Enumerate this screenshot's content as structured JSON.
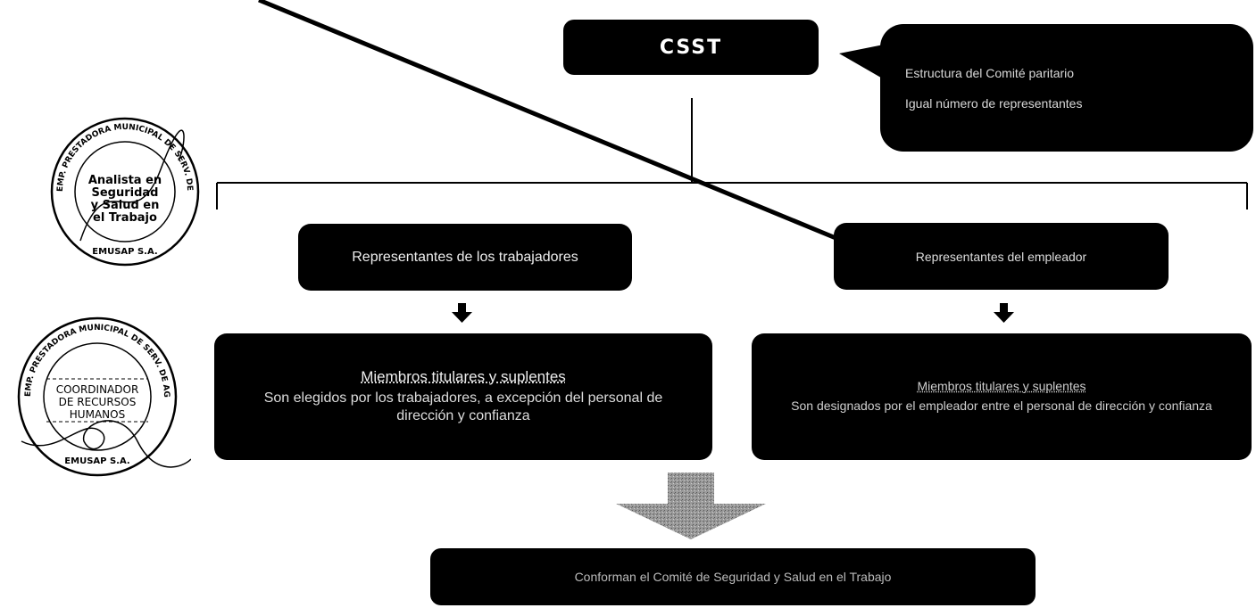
{
  "committee": {
    "title": "CSST"
  },
  "callout": {
    "lines": [
      "Estructura del Comité paritario",
      "Igual número de representantes"
    ]
  },
  "representatives": {
    "workers": "Representantes de los trabajadores",
    "employer": "Representantes del empleador"
  },
  "members": {
    "workers": {
      "title": "Miembros titulares y suplentes",
      "description": "Son elegidos por los trabajadores, a excepción del personal de dirección y confianza"
    },
    "employer": {
      "title": "Miembros titulares y suplentes",
      "description": "Son designados por el empleador entre el personal de dirección y confianza"
    }
  },
  "result": {
    "text": "Conforman el Comité de Seguridad y Salud en el Trabajo"
  },
  "stamps": {
    "top": {
      "ring_text": "EMP. PRESTADORA MUNICIPAL DE SERV. DE AGUA POTABLE Y ALCANTARILLADO DE AMAZONAS",
      "center_text": [
        "Analista en",
        "Seguridad",
        "y Salud en",
        "el Trabajo"
      ],
      "bottom_text": "EMUSAP S.A."
    },
    "bottom": {
      "ring_text": "EMP. PRESTADORA MUNICIPAL DE SERV. DE AGUA POTABLE Y ALCANTARILLADO DE AMAZONAS",
      "center_text": [
        "COORDINADOR",
        "DE RECURSOS",
        "HUMANOS"
      ],
      "bottom_text": "EMUSAP S.A."
    }
  },
  "colors": {
    "box_fill": "#000000",
    "box_text": "#ffffff",
    "arrow_grey": "#8a8a8a"
  }
}
